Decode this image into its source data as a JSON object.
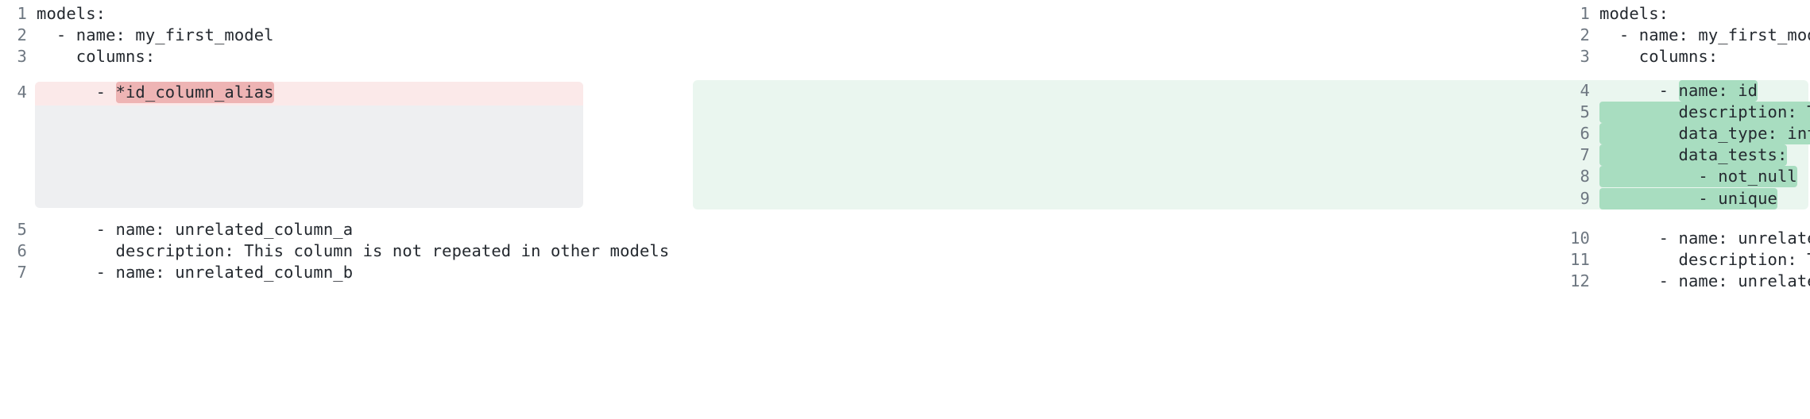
{
  "view": {
    "kind": "side-by-side-code-diff",
    "language": "yaml",
    "colors": {
      "page_background": "#ffffff",
      "text": "#24292f",
      "line_number": "#6e7781",
      "removed_block_background": "#fbe9e9",
      "removed_word_highlight": "#eeb4b4",
      "placeholder_block_background": "#eeeff1",
      "added_block_background": "#eaf6ef",
      "added_word_highlight": "#a8ddc0"
    }
  },
  "left_panel": {
    "name": "before",
    "lines": [
      {
        "number": "1",
        "text": "models:",
        "state": "context"
      },
      {
        "number": "2",
        "text": "  - name: my_first_model",
        "state": "context"
      },
      {
        "number": "3",
        "text": "    columns:",
        "state": "context"
      },
      {
        "number": "4",
        "prefix": "      - ",
        "highlight": "*id_column_alias",
        "state": "removed"
      },
      {
        "number": "5",
        "text": "      - name: unrelated_column_a",
        "state": "context"
      },
      {
        "number": "6",
        "text": "        description: This column is not repeated in other models",
        "state": "context"
      },
      {
        "number": "7",
        "text": "      - name: unrelated_column_b",
        "state": "context"
      }
    ]
  },
  "right_panel": {
    "name": "after",
    "lines": [
      {
        "number": "1",
        "text": "models:",
        "state": "context"
      },
      {
        "number": "2",
        "text": "  - name: my_first_model",
        "state": "context"
      },
      {
        "number": "3",
        "text": "    columns:",
        "state": "context"
      },
      {
        "number": "4",
        "prefix": "      - ",
        "highlight": "name: id",
        "state": "added"
      },
      {
        "number": "5",
        "prefix": "",
        "highlight": "        description: This is a unique identifier.",
        "state": "added"
      },
      {
        "number": "6",
        "prefix": "",
        "highlight": "        data_type: int",
        "state": "added"
      },
      {
        "number": "7",
        "prefix": "",
        "highlight": "        data_tests:",
        "state": "added"
      },
      {
        "number": "8",
        "prefix": "",
        "highlight": "          - not_null",
        "state": "added"
      },
      {
        "number": "9",
        "prefix": "",
        "highlight": "          - unique",
        "state": "added"
      },
      {
        "number": "10",
        "text": "      - name: unrelated_column_a",
        "state": "context"
      },
      {
        "number": "11",
        "text": "        description: This column is not repeated in other models",
        "state": "context"
      },
      {
        "number": "12",
        "text": "      - name: unrelated_column_b",
        "state": "context"
      }
    ]
  }
}
